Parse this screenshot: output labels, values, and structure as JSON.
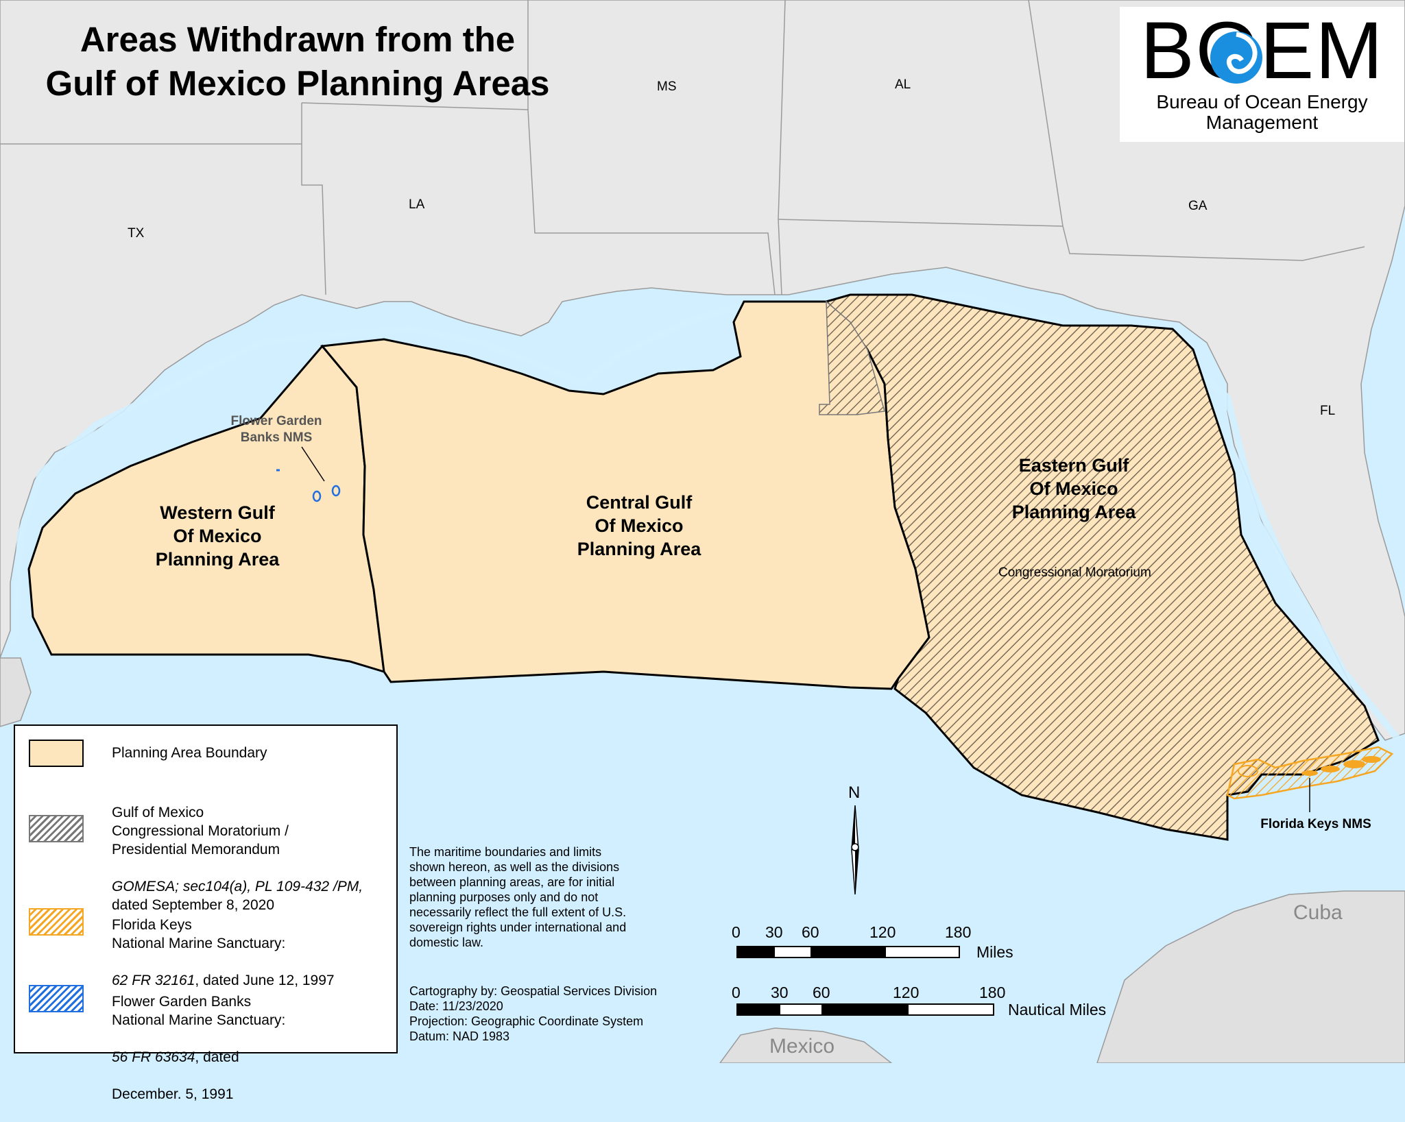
{
  "title": {
    "line1": "Areas Withdrawn from the",
    "line2": "Gulf of Mexico Planning Areas"
  },
  "logo": {
    "wordmark": "BOEM",
    "line1": "Bureau of Ocean Energy",
    "line2": "Management"
  },
  "states": {
    "tx": "TX",
    "la": "LA",
    "ms": "MS",
    "al": "AL",
    "ga": "GA",
    "fl": "FL"
  },
  "countries": {
    "cuba": "Cuba",
    "mexico": "Mexico"
  },
  "planning_areas": {
    "western": "Western Gulf\nOf Mexico\nPlanning Area",
    "central": "Central Gulf\nOf Mexico\nPlanning Area",
    "eastern": "Eastern Gulf\nOf Mexico\nPlanning Area",
    "eastern_note": "Congressional Moratorium"
  },
  "sanctuaries": {
    "flower_garden": "Flower Garden\nBanks NMS",
    "florida_keys": "Florida Keys NMS"
  },
  "legend": {
    "boundary": "Planning Area Boundary",
    "moratorium_1": "Gulf of Mexico\nCongressional Moratorium /\nPresidential Memorandum",
    "moratorium_2": "GOMESA; sec104(a), PL 109-432 /PM,",
    "moratorium_3": "dated September 8, 2020",
    "keys_1": "Florida Keys\nNational Marine Sanctuary:",
    "keys_2": "62 FR 32161",
    "keys_3": ", dated June 12, 1997",
    "fgb_1": "Flower Garden Banks\nNational Marine Sanctuary:",
    "fgb_2": "56 FR 63634",
    "fgb_3": ", dated",
    "fgb_4": "December. 5, 1991"
  },
  "disclaimer": "The maritime boundaries and limits\nshown hereon, as well as the divisions\nbetween planning areas, are for initial\nplanning purposes only and do not\nnecessarily reflect the full extent of U.S.\nsovereign rights under international and\ndomestic law.",
  "credits": {
    "cartography": "Cartography by: Geospatial Services Division",
    "date": "Date: 11/23/2020",
    "projection": "Projection: Geographic Coordinate System",
    "datum": "Datum: NAD 1983"
  },
  "north_arrow": "N",
  "scale_miles": {
    "ticks": [
      "0",
      "30",
      "60",
      "120",
      "180"
    ],
    "unit": "Miles"
  },
  "scale_nautical": {
    "ticks": [
      "0",
      "30",
      "60",
      "120",
      "180"
    ],
    "unit": "Nautical Miles"
  },
  "colors": {
    "water": "#d2efff",
    "land": "#e8e8e8",
    "planning_area": "#fde6bd",
    "hatch": "#7a6a5a",
    "keys": "#f5a623",
    "flower_garden": "#1f6fe0"
  }
}
